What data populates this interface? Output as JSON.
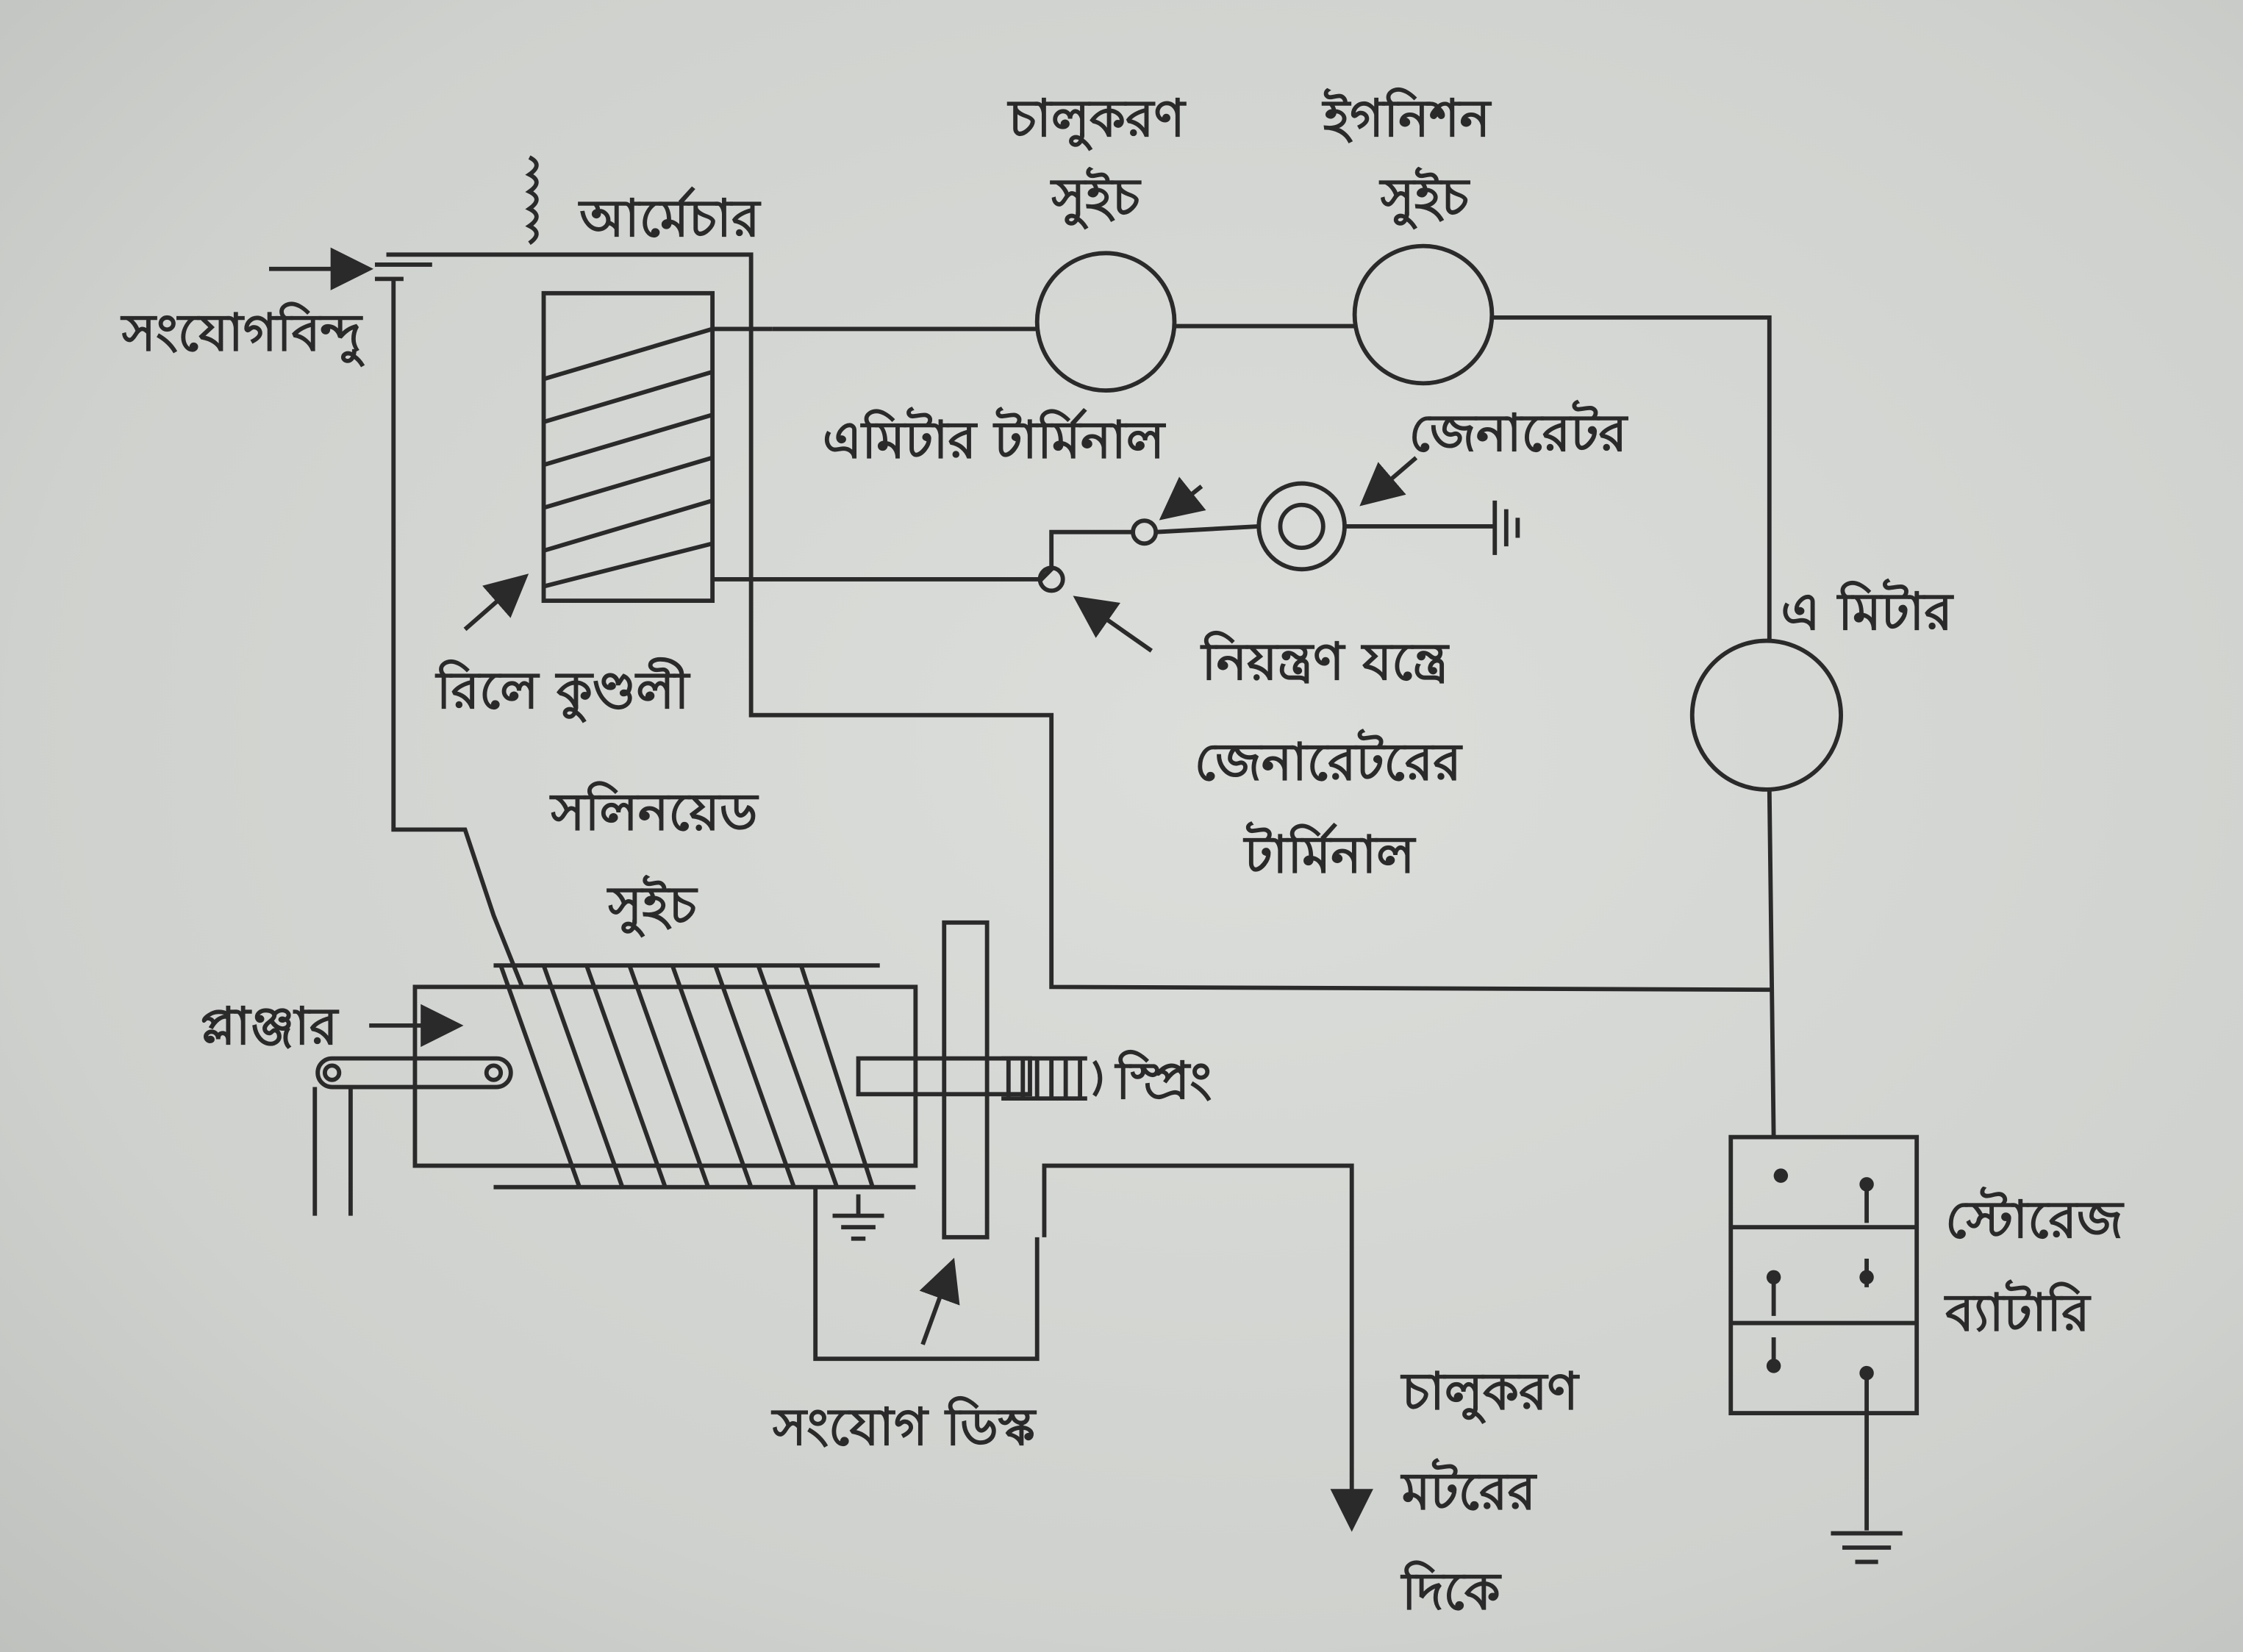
{
  "labels": {
    "start_switch": [
      "চালুকরণ",
      "সুইচ"
    ],
    "ignition_switch": [
      "ইগনিশন",
      "সুইচ"
    ],
    "armature": "আর্মেচার",
    "contact_point": "সংযোগবিন্দু",
    "ammeter_terminal": "এমিটার টার্মিনাল",
    "generator": "জেনারেটর",
    "ammeter": "এ মিটার",
    "relay_coil": "রিলে কুণ্ডলী",
    "regulator_generator_terminal": [
      "নিয়ন্ত্রণ যন্ত্রে",
      "জেনারেটরের",
      "টার্মিনাল"
    ],
    "solenoid_switch": [
      "সলিনয়েড",
      "সুইচ"
    ],
    "plunger": "প্লাঞ্জার",
    "spring": "স্প্রিং",
    "storage_battery": [
      "স্টোরেজ",
      "ব্যাটারি"
    ],
    "contact_disc": "সংযোগ ডিস্ক",
    "to_starter_motor": [
      "চালুকরণ",
      "মটরের",
      "দিকে"
    ]
  }
}
